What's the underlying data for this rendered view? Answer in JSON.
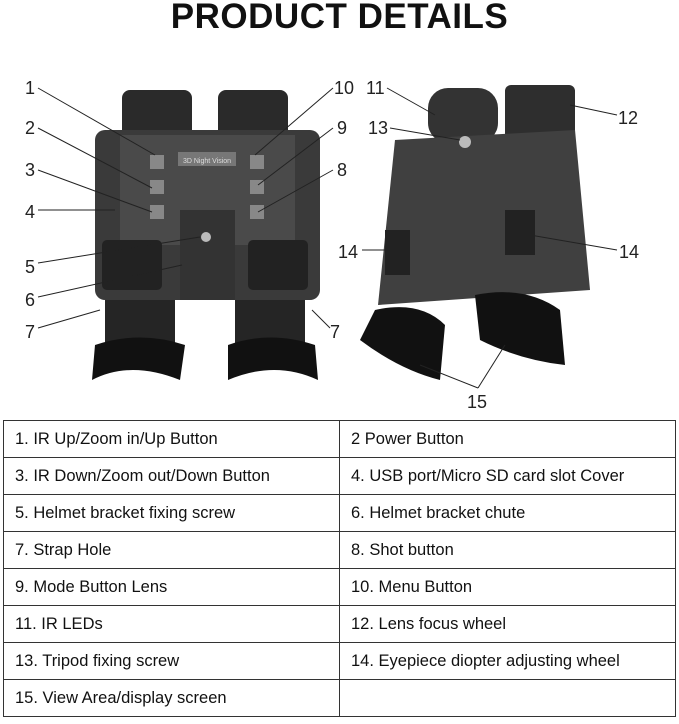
{
  "title": "PRODUCT DETAILS",
  "device_label": "3D Night Vision",
  "callouts": {
    "c1": "1",
    "c2": "2",
    "c3": "3",
    "c4": "4",
    "c5": "5",
    "c6": "6",
    "c7": "7",
    "c8": "8",
    "c9": "9",
    "c10": "10",
    "c11": "11",
    "c12": "12",
    "c13": "13",
    "c14": "14",
    "c15": "15"
  },
  "rows": [
    [
      "1. IR Up/Zoom in/Up Button",
      "2 Power Button"
    ],
    [
      "3. IR Down/Zoom out/Down Button",
      "4. USB port/Micro SD card slot Cover"
    ],
    [
      "5. Helmet bracket fixing screw",
      "6. Helmet bracket chute"
    ],
    [
      "7. Strap Hole",
      "8. Shot button"
    ],
    [
      "9. Mode Button Lens",
      "10. Menu Button"
    ],
    [
      "11. IR LEDs",
      "12. Lens focus wheel"
    ],
    [
      "13. Tripod fixing screw",
      "14. Eyepiece diopter adjusting wheel"
    ],
    [
      "15. View Area/display screen",
      ""
    ]
  ]
}
